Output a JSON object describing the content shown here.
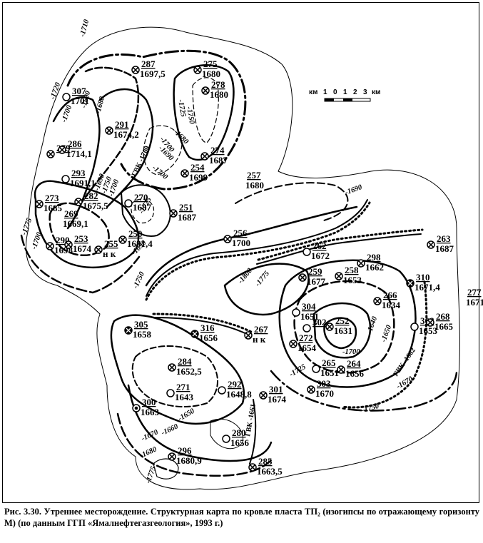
{
  "caption": "Рис. 3.30. Утреннее месторождение. Структурная карта по кровле пласта ТП₂ (изогипсы по отражающему горизонту М) (по данным ГГП «Ямалнефтегазгеология», 1993 г.)",
  "scale": {
    "unit_left": "км",
    "ticks": [
      "1",
      "0",
      "1",
      "2",
      "3"
    ],
    "unit_right": "км"
  },
  "wells": [
    {
      "id": "287",
      "value": "1697,5",
      "symbol": "dry"
    },
    {
      "id": "275",
      "value": "1680",
      "symbol": "dry"
    },
    {
      "id": "278",
      "value": "1680",
      "symbol": "dry"
    },
    {
      "id": "307",
      "value": "1701",
      "symbol": "open"
    },
    {
      "id": "291",
      "value": "1674,2",
      "symbol": "dry"
    },
    {
      "id": "279",
      "value": "",
      "symbol": "dry"
    },
    {
      "id": "286",
      "value": "1714,1",
      "symbol": "dry"
    },
    {
      "id": "274",
      "value": "1687",
      "symbol": "dry"
    },
    {
      "id": "254",
      "value": "1699",
      "symbol": "dry"
    },
    {
      "id": "257",
      "value": "1680",
      "symbol": "none"
    },
    {
      "id": "293",
      "value": "1691,1",
      "symbol": "open"
    },
    {
      "id": "270",
      "value": "1687",
      "symbol": "open"
    },
    {
      "id": "273",
      "value": "1685",
      "symbol": "dry"
    },
    {
      "id": "282",
      "value": "1675,5",
      "symbol": "dry"
    },
    {
      "id": "269",
      "value": "1669,1",
      "symbol": "none"
    },
    {
      "id": "251",
      "value": "1687",
      "symbol": "dry"
    },
    {
      "id": "290",
      "value": "1698",
      "symbol": "dry"
    },
    {
      "id": "250",
      "value": "1681,4",
      "symbol": "dry"
    },
    {
      "id": "253",
      "value": "1674",
      "symbol": "dry"
    },
    {
      "id": "255",
      "value": "н к",
      "symbol": "dry"
    },
    {
      "id": "256",
      "value": "1700",
      "symbol": "dry"
    },
    {
      "id": "263",
      "value": "1687",
      "symbol": "dry"
    },
    {
      "id": "262",
      "value": "1672",
      "symbol": "open"
    },
    {
      "id": "298",
      "value": "1662",
      "symbol": "dry"
    },
    {
      "id": "259",
      "value": "1677",
      "symbol": "dry"
    },
    {
      "id": "258",
      "value": "1653",
      "symbol": "dry"
    },
    {
      "id": "310",
      "value": "1671,4",
      "symbol": "gas"
    },
    {
      "id": "277",
      "value": "1671",
      "symbol": "none"
    },
    {
      "id": "266",
      "value": "1634",
      "symbol": "dry"
    },
    {
      "id": "304",
      "value": "1651",
      "symbol": "open"
    },
    {
      "id": "252",
      "value": "1631",
      "symbol": "dry"
    },
    {
      "id": "302",
      "value": "",
      "symbol": "open"
    },
    {
      "id": "308",
      "value": "1653",
      "symbol": "open"
    },
    {
      "id": "268",
      "value": "1665",
      "symbol": "dry"
    },
    {
      "id": "272",
      "value": "1654",
      "symbol": "dry"
    },
    {
      "id": "305",
      "value": "1658",
      "symbol": "gas"
    },
    {
      "id": "316",
      "value": "1656",
      "symbol": "gas"
    },
    {
      "id": "267",
      "value": "н к",
      "symbol": "dry"
    },
    {
      "id": "284",
      "value": "1652,5",
      "symbol": "dry"
    },
    {
      "id": "265",
      "value": "1651",
      "symbol": "open"
    },
    {
      "id": "264",
      "value": "1656",
      "symbol": "dry"
    },
    {
      "id": "292",
      "value": "1648,8",
      "symbol": "open"
    },
    {
      "id": "271",
      "value": "1643",
      "symbol": "open"
    },
    {
      "id": "301",
      "value": "1674",
      "symbol": "dry"
    },
    {
      "id": "303",
      "value": "1670",
      "symbol": "dry"
    },
    {
      "id": "300",
      "value": "1663",
      "symbol": "oil"
    },
    {
      "id": "280",
      "value": "1656",
      "symbol": "open"
    },
    {
      "id": "296",
      "value": "1680,9",
      "symbol": "dry"
    },
    {
      "id": "285",
      "value": "1663,5",
      "symbol": "dry"
    }
  ],
  "isolines": [
    "-1710",
    "-1720",
    "-1690",
    "-1680",
    "-1700",
    "-1725",
    "-1750",
    "-1700",
    "-1680",
    "-1690",
    "-1700",
    "-1690",
    "-1750",
    "-1700",
    "-1725",
    "-1690",
    "-1775",
    "-1700",
    "-1690",
    "-1750",
    "-1800",
    "-1775",
    "-1640",
    "-1700",
    "-1650",
    "-1725",
    "-1670",
    "-1662",
    "-1750",
    "-1650",
    "-1660",
    "-1670",
    "-1680",
    "-1775",
    "-1661",
    "-1670"
  ],
  "gvk_labels": [
    "ГВК -1700",
    "ГВК -1662",
    "ГВК -1661"
  ]
}
